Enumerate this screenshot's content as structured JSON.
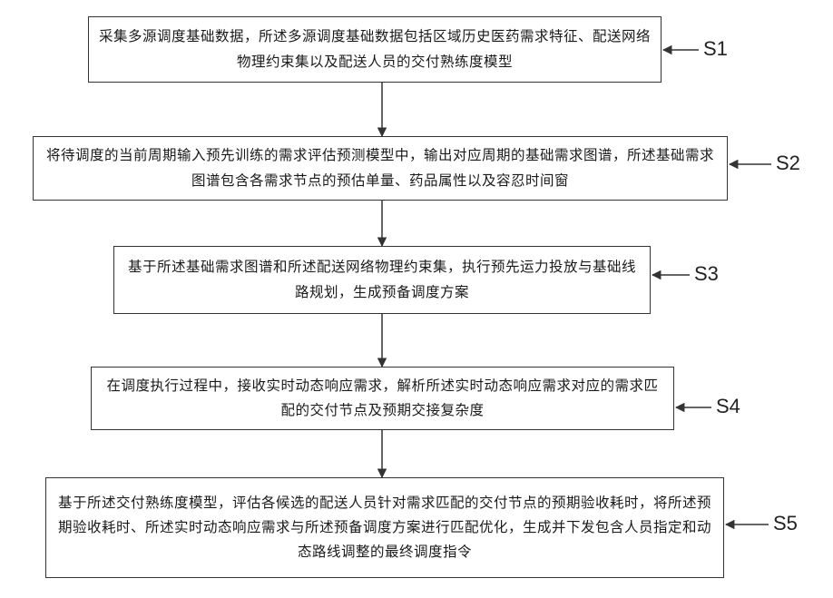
{
  "steps": [
    {
      "label": "S1",
      "text": "采集多源调度基础数据，所述多源调度基础数据包括区域历史医药需求特征、配送网络物理约束集以及配送人员的交付熟练度模型"
    },
    {
      "label": "S2",
      "text": "将待调度的当前周期输入预先训练的需求评估预测模型中，输出对应周期的基础需求图谱，所述基础需求图谱包含各需求节点的预估单量、药品属性以及容忍时间窗"
    },
    {
      "label": "S3",
      "text": "基于所述基础需求图谱和所述配送网络物理约束集，执行预先运力投放与基础线路规划，生成预备调度方案"
    },
    {
      "label": "S4",
      "text": "在调度执行过程中，接收实时动态响应需求，解析所述实时动态响应需求对应的需求匹配的交付节点及预期交接复杂度"
    },
    {
      "label": "S5",
      "text": "基于所述交付熟练度模型，评估各候选的配送人员针对需求匹配的交付节点的预期验收耗时，将所述预期验收耗时、所述实时动态响应需求与所述预备调度方案进行匹配优化，生成并下发包含人员指定和动态路线调整的最终调度指令"
    }
  ]
}
